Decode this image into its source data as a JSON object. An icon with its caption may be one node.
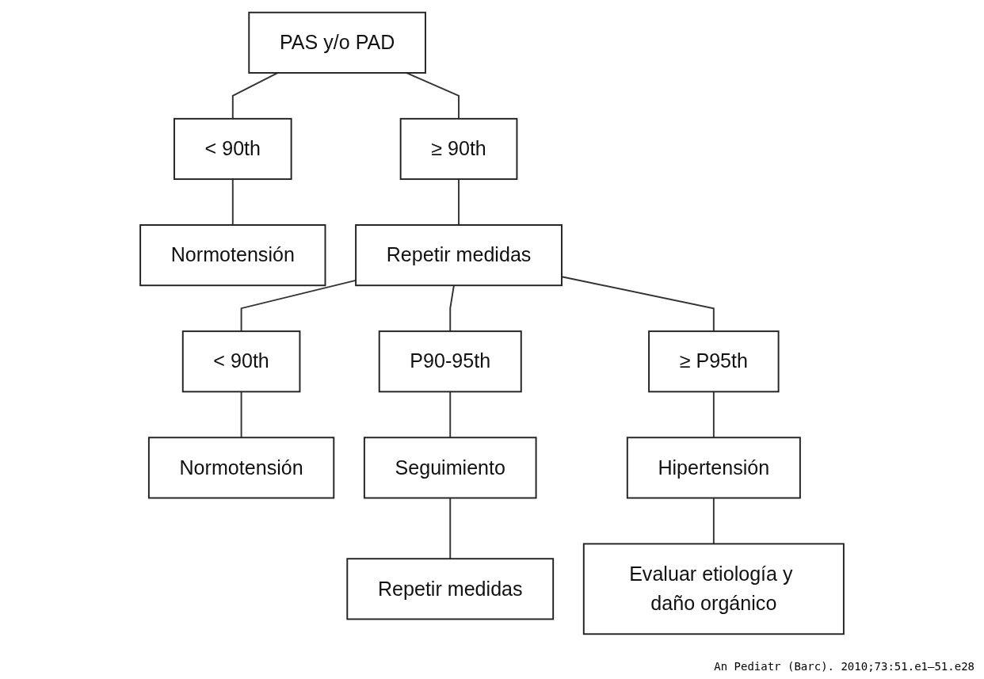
{
  "diagram": {
    "caption": "An Pediatr (Barc). 2010;73:51.e1–51.e28",
    "nodes": [
      {
        "text": [
          "PAS y/o PAD"
        ]
      },
      {
        "text": [
          "< 90th"
        ]
      },
      {
        "text": [
          "≥ 90th"
        ]
      },
      {
        "text": [
          "Normotensión"
        ]
      },
      {
        "text": [
          "Repetir medidas"
        ]
      },
      {
        "text": [
          "< 90th"
        ]
      },
      {
        "text": [
          "P90-95th"
        ]
      },
      {
        "text": [
          "≥ P95th"
        ]
      },
      {
        "text": [
          "Normotensión"
        ]
      },
      {
        "text": [
          "Seguimiento"
        ]
      },
      {
        "text": [
          "Hipertensión"
        ]
      },
      {
        "text": [
          "Repetir medidas"
        ]
      },
      {
        "text": [
          "Evaluar etiología y daño orgánico"
        ]
      }
    ],
    "edges": [
      {
        "from": 0,
        "to": 1,
        "arrow": "none"
      },
      {
        "from": 0,
        "to": 2,
        "arrow": "none"
      },
      {
        "from": 1,
        "to": 3,
        "arrow": "none"
      },
      {
        "from": 2,
        "to": 4,
        "arrow": "none"
      },
      {
        "from": 4,
        "to": 5,
        "arrow": "none"
      },
      {
        "from": 4,
        "to": 6,
        "arrow": "none"
      },
      {
        "from": 4,
        "to": 7,
        "arrow": "none"
      },
      {
        "from": 5,
        "to": 8,
        "arrow": "none"
      },
      {
        "from": 6,
        "to": 9,
        "arrow": "none"
      },
      {
        "from": 7,
        "to": 10,
        "arrow": "none"
      },
      {
        "from": 9,
        "to": 11,
        "arrow": "none"
      },
      {
        "from": 10,
        "to": 12,
        "arrow": "none"
      }
    ]
  }
}
